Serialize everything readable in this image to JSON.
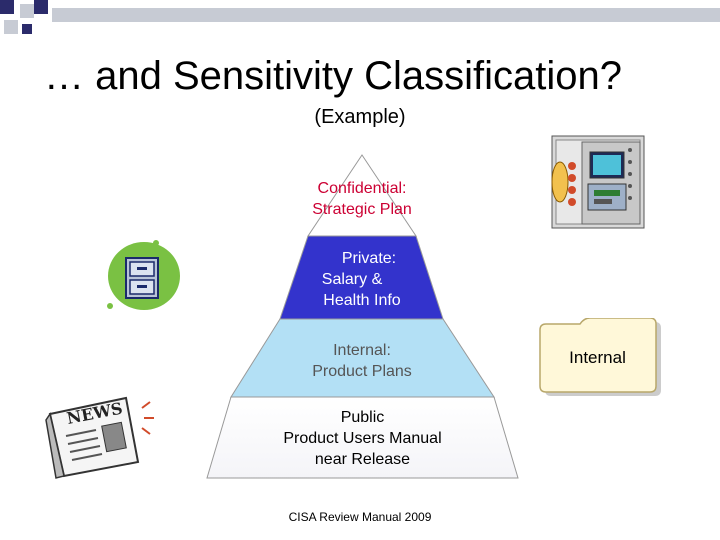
{
  "slide": {
    "title": "… and Sensitivity Classification?",
    "subtitle": "(Example)",
    "footer": "CISA Review Manual 2009"
  },
  "pyramid": {
    "levels": [
      {
        "lines": [
          "Confidential:",
          "Strategic Plan"
        ],
        "fill": "#ffffff",
        "text_color": "#cc0033"
      },
      {
        "lines": [
          "Private:",
          "Salary &",
          "Health Info"
        ],
        "fill": "#3333cc",
        "text_color": "#ffffff"
      },
      {
        "lines": [
          "Internal:",
          "Product Plans"
        ],
        "fill": "#b3e0f5",
        "text_color": "#555555"
      },
      {
        "lines": [
          "Public",
          "Product Users Manual",
          "near Release"
        ],
        "fill": "#ffffff",
        "text_color": "#000000"
      }
    ]
  },
  "folder": {
    "label": "Internal"
  },
  "icons": [
    "filing-cabinet-icon",
    "safe-computer-icon",
    "newspaper-icon",
    "folder-icon"
  ],
  "colors": {
    "square_dark": "#2b2b6b",
    "square_light": "#c7cbd4",
    "title_bar_line": "#8f95a3"
  }
}
